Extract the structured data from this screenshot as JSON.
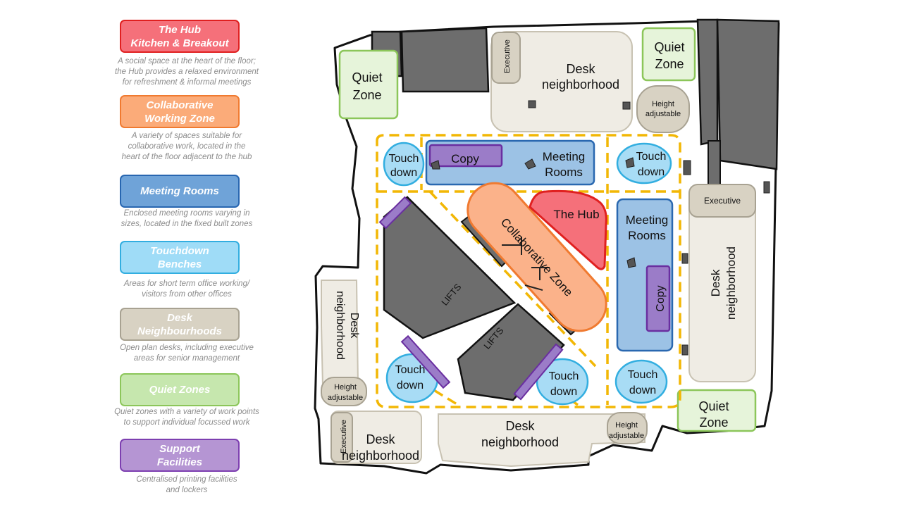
{
  "legend": [
    {
      "key": "hub",
      "label": "The Hub\nKitchen & Breakout",
      "desc": "A social space at the heart of the floor;\nthe Hub provides a relaxed environment\nfor refreshment & informal meetings",
      "fill": "#f5707a",
      "border": "#e02020"
    },
    {
      "key": "collab",
      "label": "Collaborative\nWorking Zone",
      "desc": "A variety of spaces suitable for\ncollaborative work, located in the\nheart of the floor adjacent to the hub",
      "fill": "#fbab79",
      "border": "#f07a30"
    },
    {
      "key": "meeting",
      "label": "Meeting Rooms",
      "desc": "Enclosed meeting rooms varying in\nsizes, located in the fixed built zones",
      "fill": "#6fa3d8",
      "border": "#2866b0"
    },
    {
      "key": "touchdown",
      "label": "Touchdown\nBenches",
      "desc": "Areas for short term office working/\nvisitors from other offices",
      "fill": "#9fdcf7",
      "border": "#32aee0"
    },
    {
      "key": "desk",
      "label": "Desk\nNeighbourhoods",
      "desc": "Open plan desks, including executive\nareas for senior management",
      "fill": "#d8d2c3",
      "border": "#a8a292"
    },
    {
      "key": "quiet",
      "label": "Quiet Zones",
      "desc": "Quiet zones with a variety of work points\nto support individual focussed work",
      "fill": "#c6e7ae",
      "border": "#8cc65a"
    },
    {
      "key": "support",
      "label": "Support\nFacilities",
      "desc": "Centralised printing facilities\nand lockers",
      "fill": "#b595d3",
      "border": "#7d3fb0"
    }
  ],
  "plan": {
    "quiet_zone": "Quiet\nZone",
    "desk_neighborhood": "Desk\nneighborhood",
    "executive": "Executive",
    "height_adjustable": "Height\nadjustable",
    "touch_down": "Touch\ndown",
    "copy": "Copy",
    "meeting_rooms": "Meeting\nRooms",
    "the_hub": "The Hub",
    "collaborative_zone": "Collaborative Zone",
    "lifts": "LIFTS"
  },
  "colors": {
    "hub": "#f5707a",
    "hub_border": "#e02020",
    "collab": "#fbb28a",
    "collab_border": "#f07a30",
    "meeting": "#9cc2e5",
    "meeting_border": "#2a68b0",
    "touchdown": "#a8dcf5",
    "touchdown_border": "#32aee0",
    "desk": "#efece4",
    "desk_border": "#c8c2b2",
    "quiet": "#e6f4da",
    "quiet_border": "#8cc65a",
    "support": "#9b7cc8",
    "support_border": "#6a2fa0",
    "core": "#6d6d6d",
    "dashes": "#f2b705"
  }
}
